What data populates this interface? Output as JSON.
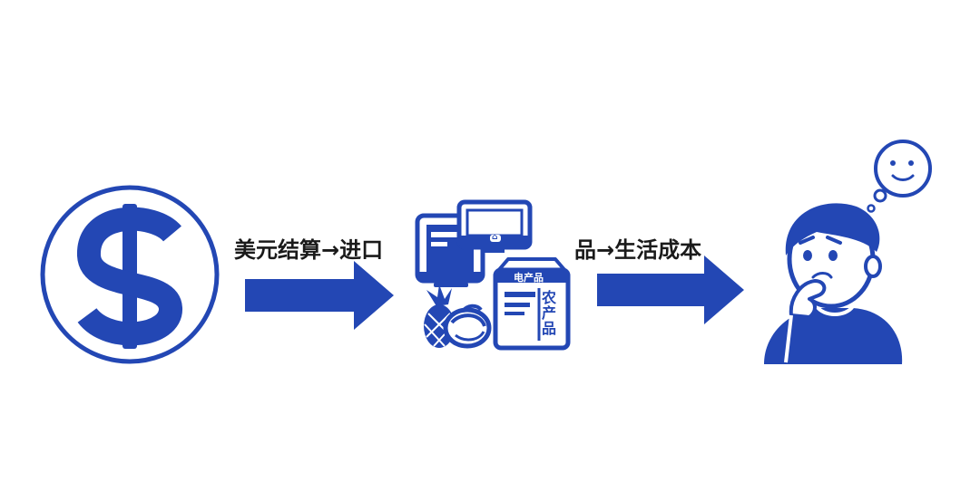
{
  "colors": {
    "primary": "#2347b4",
    "text": "#1a1a1a",
    "background": "#ffffff"
  },
  "icons": [
    "dollar-icon",
    "electronics-icon",
    "food-icon",
    "milk-carton-icon",
    "thinking-person-icon",
    "smiley-thought-bubble-icon"
  ],
  "labels": {
    "left": "美元结算→进口",
    "right": "品→生活成本"
  },
  "carton": {
    "top_text": "电产品",
    "side_text": "农产品"
  },
  "monitor": {
    "screen_glyph": "⌂"
  }
}
